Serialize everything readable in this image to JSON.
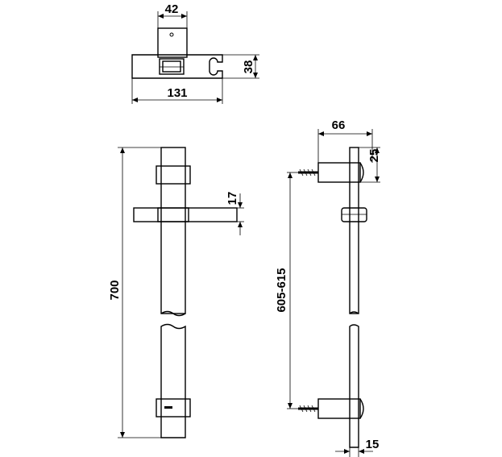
{
  "dimensions": {
    "top_width": "42",
    "bracket_length": "131",
    "bracket_height": "38",
    "arm_thickness": "17",
    "total_height": "700",
    "fixing_distance": "605-615",
    "bracket_depth": "66",
    "bracket_top": "25",
    "rail_diameter": "15"
  },
  "colors": {
    "line": "#000000",
    "background": "#ffffff"
  }
}
